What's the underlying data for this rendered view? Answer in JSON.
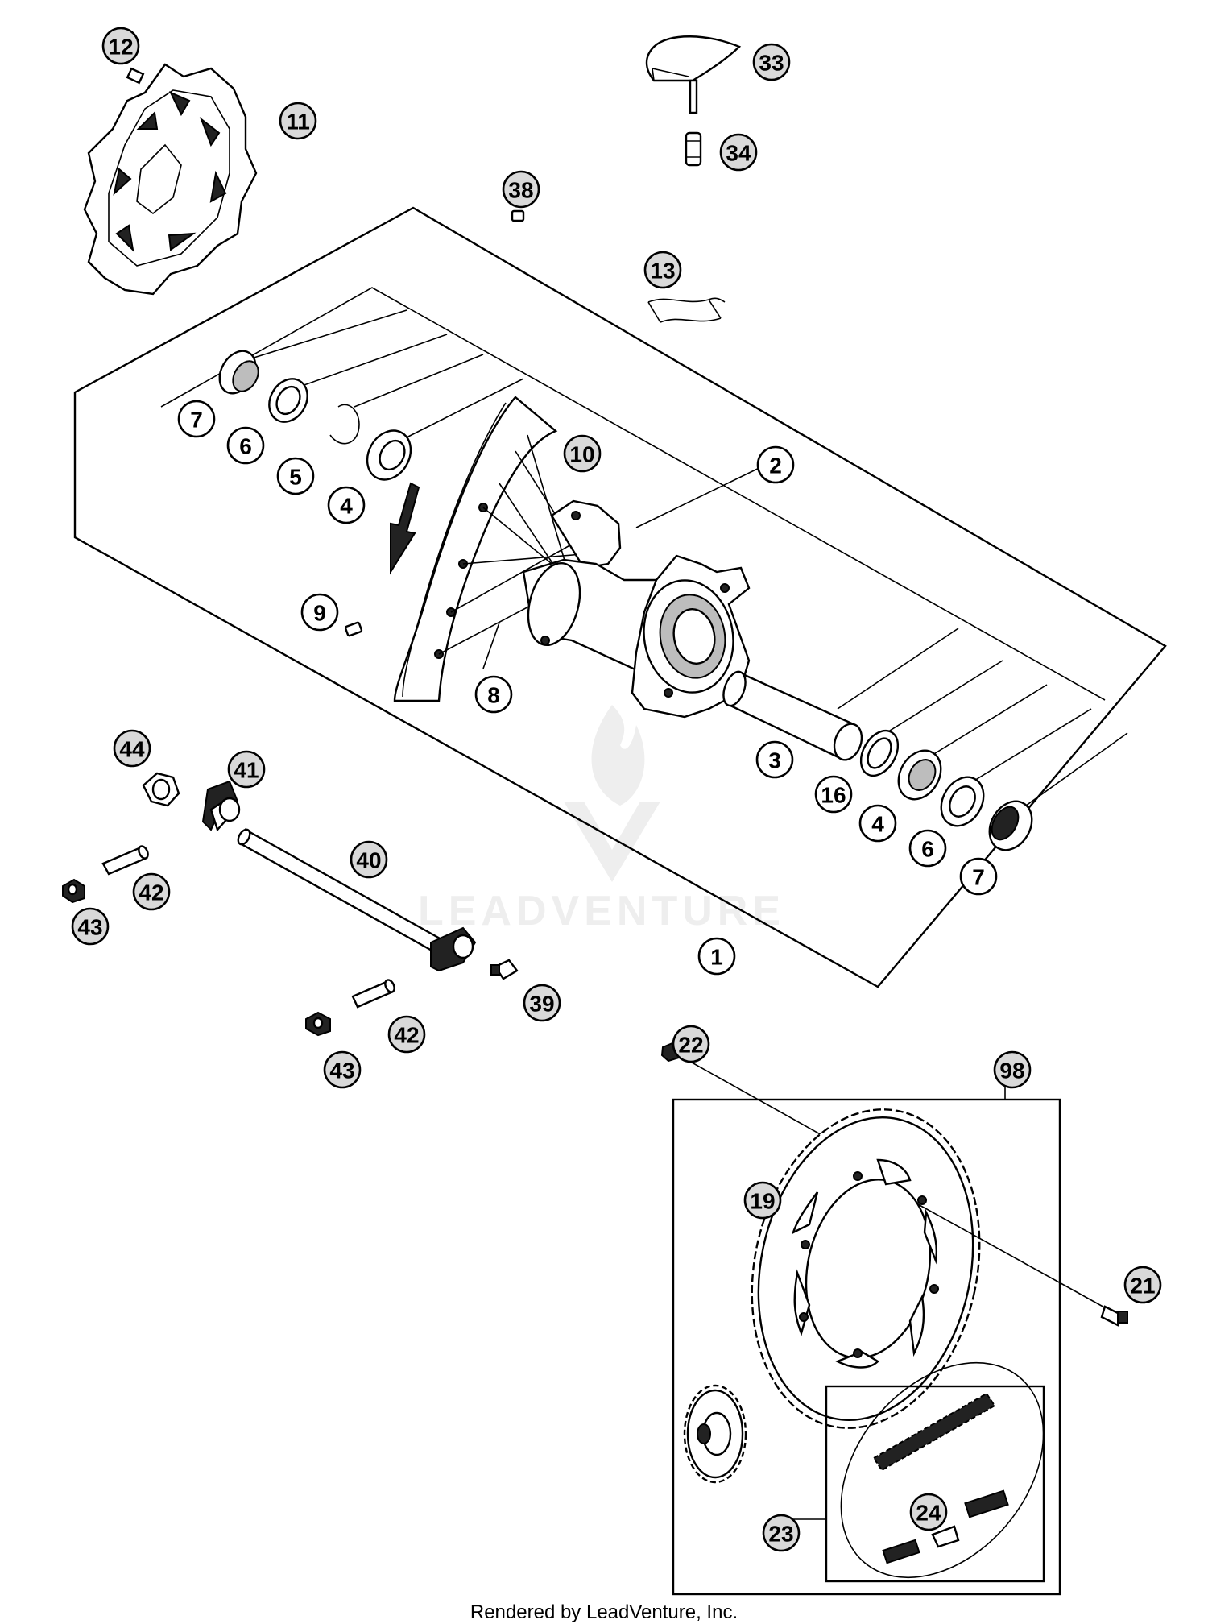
{
  "watermark": "LEADVENTURE",
  "footer": "Rendered by LeadVenture, Inc.",
  "callouts": [
    {
      "label": "12"
    },
    {
      "label": "11"
    },
    {
      "label": "33"
    },
    {
      "label": "34"
    },
    {
      "label": "38"
    },
    {
      "label": "13"
    },
    {
      "label": "7"
    },
    {
      "label": "6"
    },
    {
      "label": "5"
    },
    {
      "label": "4"
    },
    {
      "label": "10"
    },
    {
      "label": "2"
    },
    {
      "label": "9"
    },
    {
      "label": "8"
    },
    {
      "label": "3"
    },
    {
      "label": "16"
    },
    {
      "label": "4"
    },
    {
      "label": "6"
    },
    {
      "label": "7"
    },
    {
      "label": "44"
    },
    {
      "label": "41"
    },
    {
      "label": "42"
    },
    {
      "label": "43"
    },
    {
      "label": "40"
    },
    {
      "label": "1"
    },
    {
      "label": "39"
    },
    {
      "label": "42"
    },
    {
      "label": "43"
    },
    {
      "label": "22"
    },
    {
      "label": "98"
    },
    {
      "label": "19"
    },
    {
      "label": "21"
    },
    {
      "label": "24"
    },
    {
      "label": "23"
    }
  ]
}
